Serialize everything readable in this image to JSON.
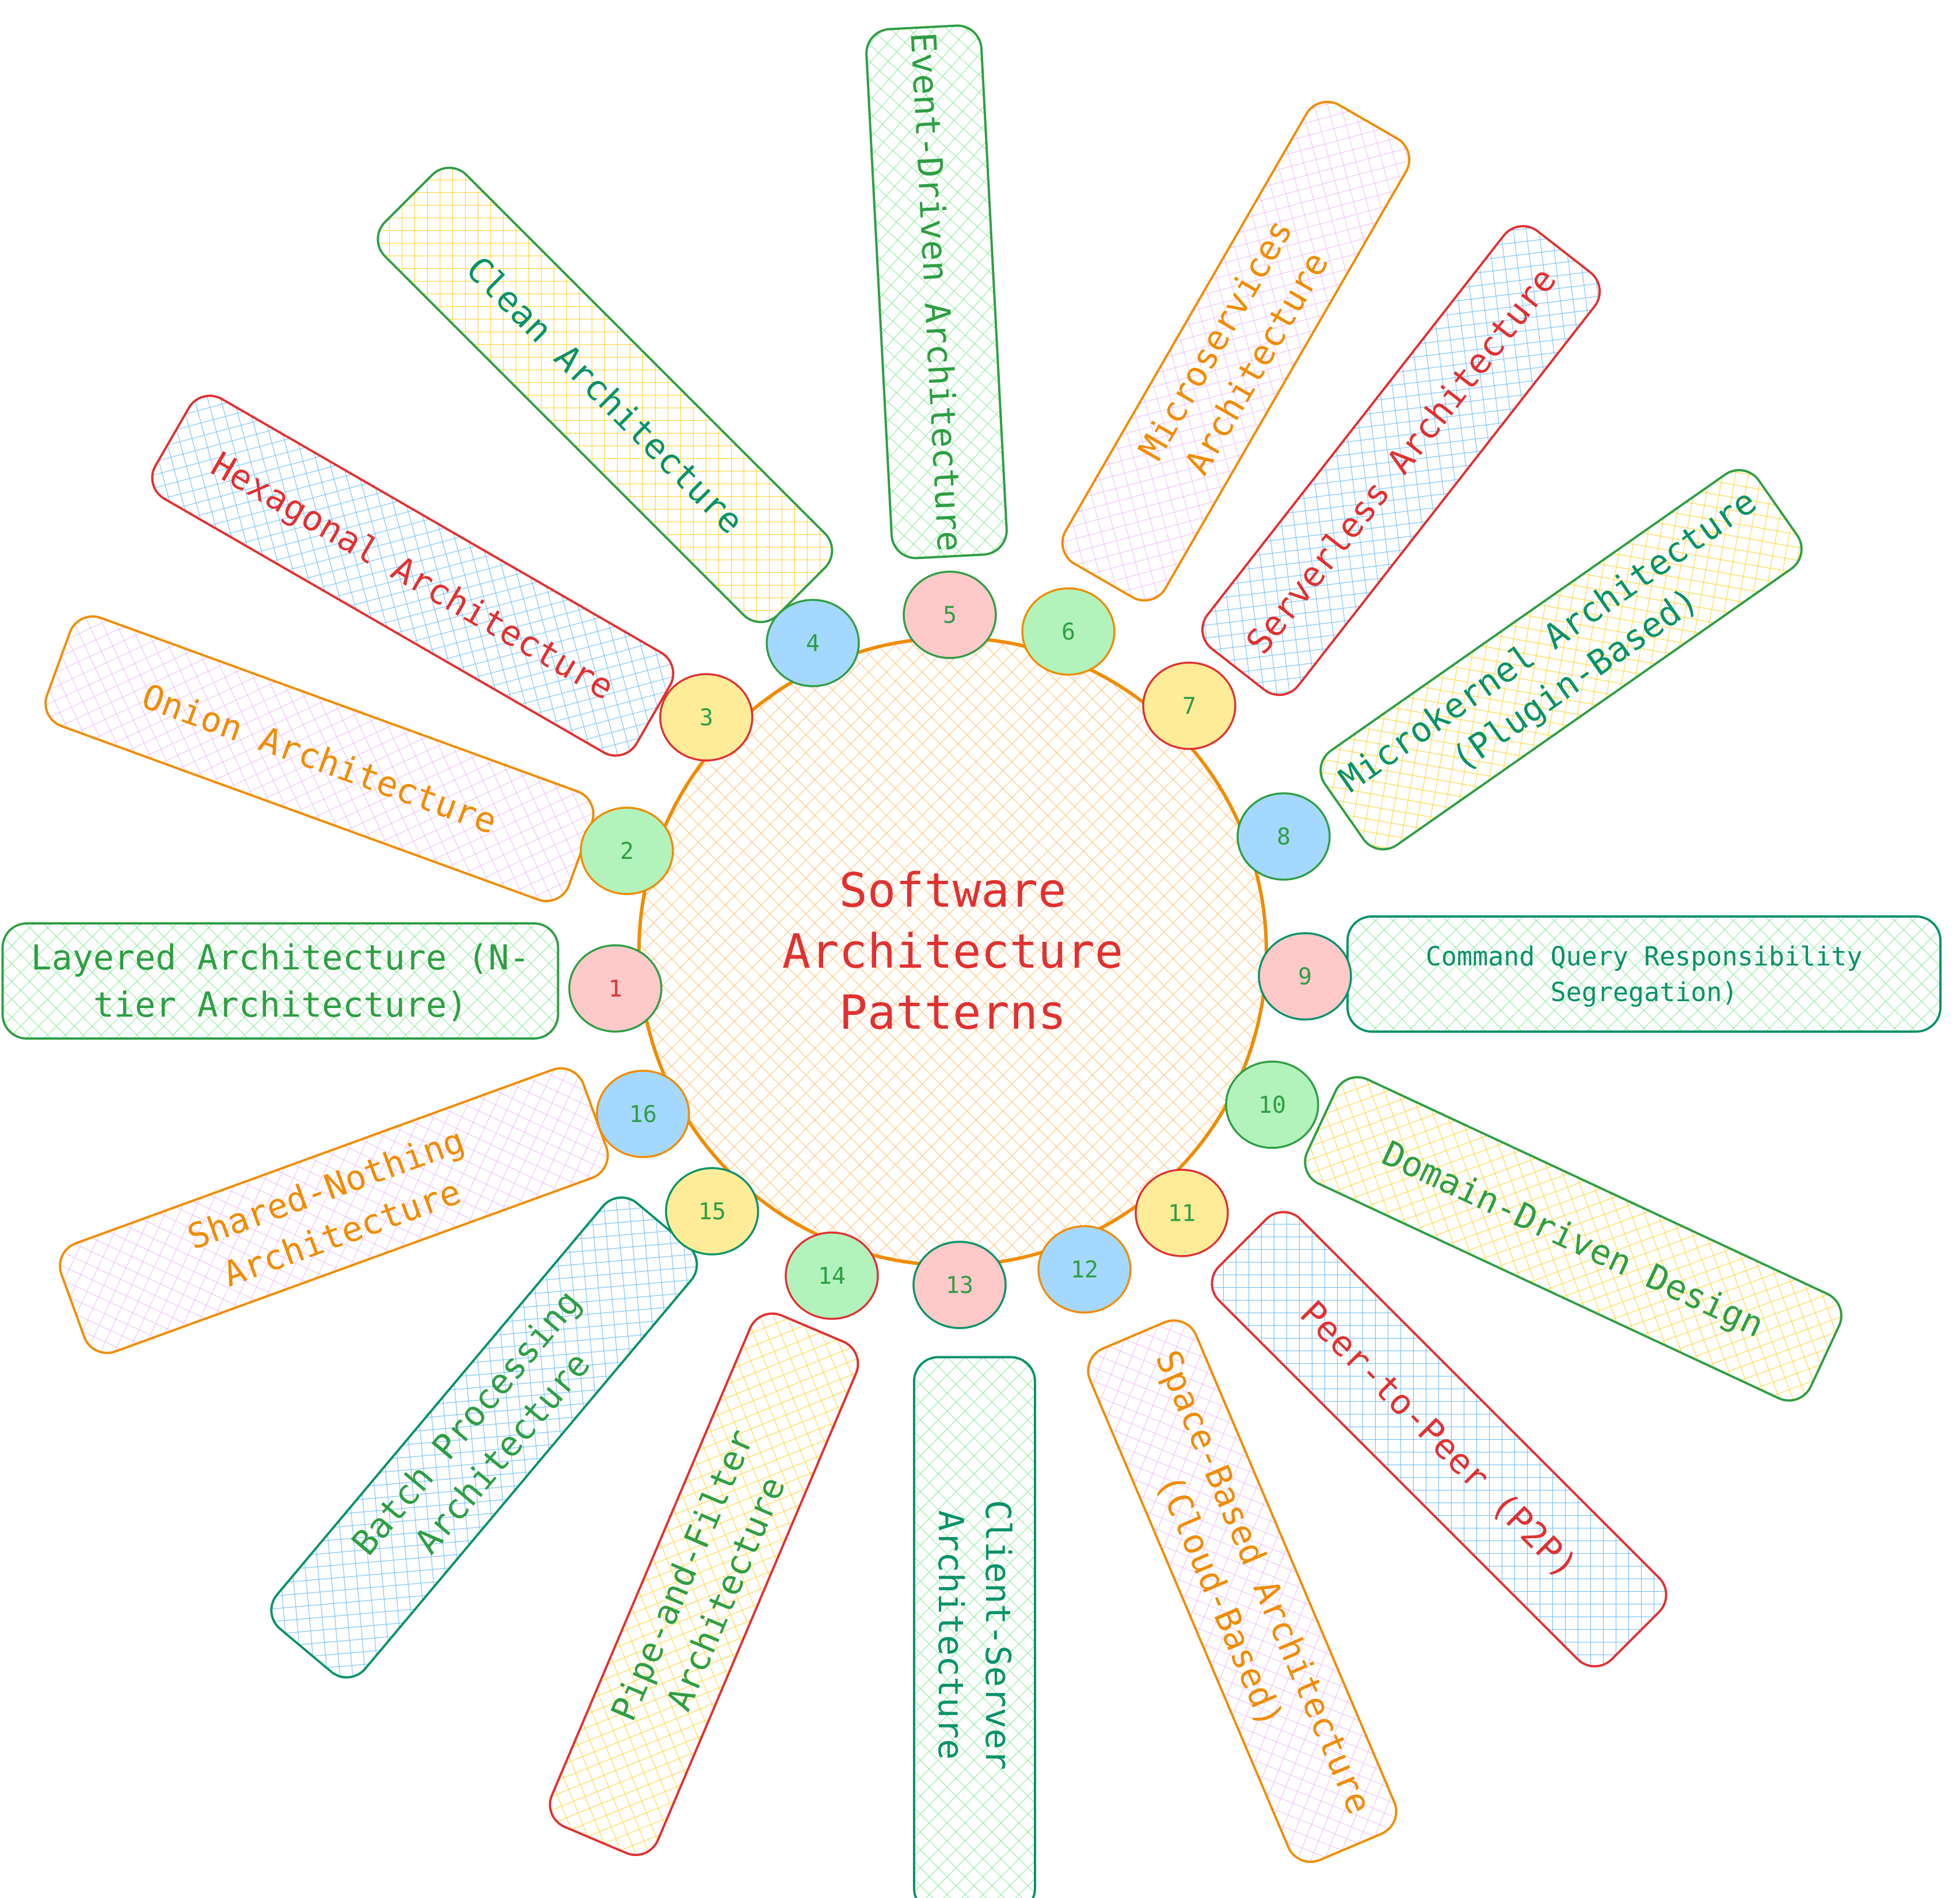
{
  "center": {
    "lines": [
      "Software",
      "Architecture",
      "Patterns"
    ],
    "stroke": "#f08c00",
    "text_color": "#e03131"
  },
  "palette": {
    "red": "#e03131",
    "green": "#2f9e44",
    "teal": "#099268",
    "orange": "#f08c00",
    "blue_fill": "#a5d8ff",
    "red_fill": "#ffc9c9",
    "green_fill": "#b2f2bb",
    "yellow_fill": "#ffec99",
    "pink_hatch": "#eebefa",
    "blue_hatch": "#74c0fc",
    "yellow_hatch": "#ffd43b",
    "green_hatch": "#8ce99a"
  },
  "patterns": [
    {
      "number": "1",
      "lines": [
        "Layered Architecture (N-",
        "tier Architecture)"
      ],
      "text_color": "#2f9e44",
      "stroke": "#2f9e44",
      "hatch": "#8ce99a",
      "badge_fill": "#ffc9c9",
      "badge_text": "#e03131"
    },
    {
      "number": "2",
      "lines": [
        "Onion Architecture"
      ],
      "text_color": "#f08c00",
      "stroke": "#f08c00",
      "hatch": "#eebefa",
      "badge_fill": "#b2f2bb",
      "badge_text": "#2f9e44"
    },
    {
      "number": "3",
      "lines": [
        "Hexagonal Architecture"
      ],
      "text_color": "#e03131",
      "stroke": "#e03131",
      "hatch": "#74c0fc",
      "badge_fill": "#ffec99",
      "badge_text": "#2f9e44"
    },
    {
      "number": "4",
      "lines": [
        "Clean Architecture"
      ],
      "text_color": "#099268",
      "stroke": "#2f9e44",
      "hatch": "#ffd43b",
      "badge_fill": "#a5d8ff",
      "badge_text": "#2f9e44"
    },
    {
      "number": "5",
      "lines": [
        "Event-Driven Architecture"
      ],
      "text_color": "#2f9e44",
      "stroke": "#2f9e44",
      "hatch": "#8ce99a",
      "badge_fill": "#ffc9c9",
      "badge_text": "#2f9e44"
    },
    {
      "number": "6",
      "lines": [
        "Microservices",
        "Architecture"
      ],
      "text_color": "#f08c00",
      "stroke": "#f08c00",
      "hatch": "#eebefa",
      "badge_fill": "#b2f2bb",
      "badge_text": "#2f9e44"
    },
    {
      "number": "7",
      "lines": [
        "Serverless Architecture"
      ],
      "text_color": "#e03131",
      "stroke": "#e03131",
      "hatch": "#74c0fc",
      "badge_fill": "#ffec99",
      "badge_text": "#2f9e44"
    },
    {
      "number": "8",
      "lines": [
        "Microkernel Architecture",
        "(Plugin-Based)"
      ],
      "text_color": "#099268",
      "stroke": "#2f9e44",
      "hatch": "#ffd43b",
      "badge_fill": "#a5d8ff",
      "badge_text": "#2f9e44"
    },
    {
      "number": "9",
      "lines": [
        "Command Query Responsibility",
        "Segregation)"
      ],
      "text_color": "#099268",
      "stroke": "#099268",
      "hatch": "#8ce99a",
      "badge_fill": "#ffc9c9",
      "badge_text": "#2f9e44",
      "small": true
    },
    {
      "number": "10",
      "lines": [
        "Domain-Driven Design"
      ],
      "text_color": "#2f9e44",
      "stroke": "#2f9e44",
      "hatch": "#ffd43b",
      "badge_fill": "#b2f2bb",
      "badge_text": "#2f9e44"
    },
    {
      "number": "11",
      "lines": [
        "Peer-to-Peer (P2P)"
      ],
      "text_color": "#e03131",
      "stroke": "#e03131",
      "hatch": "#74c0fc",
      "badge_fill": "#ffec99",
      "badge_text": "#2f9e44"
    },
    {
      "number": "12",
      "lines": [
        "Space-Based Architecture",
        "(Cloud-Based)"
      ],
      "text_color": "#f08c00",
      "stroke": "#f08c00",
      "hatch": "#eebefa",
      "badge_fill": "#a5d8ff",
      "badge_text": "#2f9e44"
    },
    {
      "number": "13",
      "lines": [
        "Client-Server",
        "Architecture"
      ],
      "text_color": "#099268",
      "stroke": "#099268",
      "hatch": "#8ce99a",
      "badge_fill": "#ffc9c9",
      "badge_text": "#2f9e44"
    },
    {
      "number": "14",
      "lines": [
        "Pipe-and-Filter",
        "Architecture"
      ],
      "text_color": "#2f9e44",
      "stroke": "#e03131",
      "hatch": "#ffd43b",
      "badge_fill": "#b2f2bb",
      "badge_text": "#2f9e44"
    },
    {
      "number": "15",
      "lines": [
        "Batch Processing",
        "Architecture"
      ],
      "text_color": "#2f9e44",
      "stroke": "#099268",
      "hatch": "#74c0fc",
      "badge_fill": "#ffec99",
      "badge_text": "#2f9e44"
    },
    {
      "number": "16",
      "lines": [
        "Shared-Nothing",
        "Architecture"
      ],
      "text_color": "#f08c00",
      "stroke": "#f08c00",
      "hatch": "#eebefa",
      "badge_fill": "#a5d8ff",
      "badge_text": "#2f9e44"
    }
  ]
}
